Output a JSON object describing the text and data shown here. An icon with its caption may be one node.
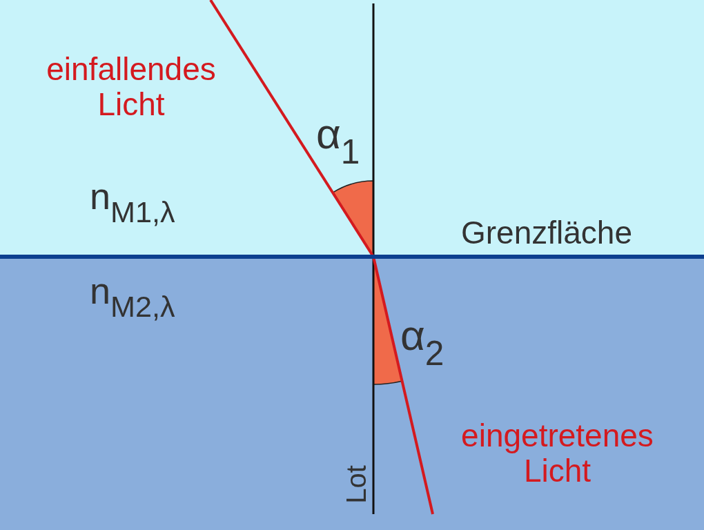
{
  "diagram": {
    "labels": [
      "einfallendes Licht",
      "α$_{1}$",
      "n$_{M1,λ}$",
      "Grenzfläche",
      "n$_{M2,λ}$",
      "α$_{2}$",
      "eingetretenes Licht",
      "Lot"
    ]
  }
}
